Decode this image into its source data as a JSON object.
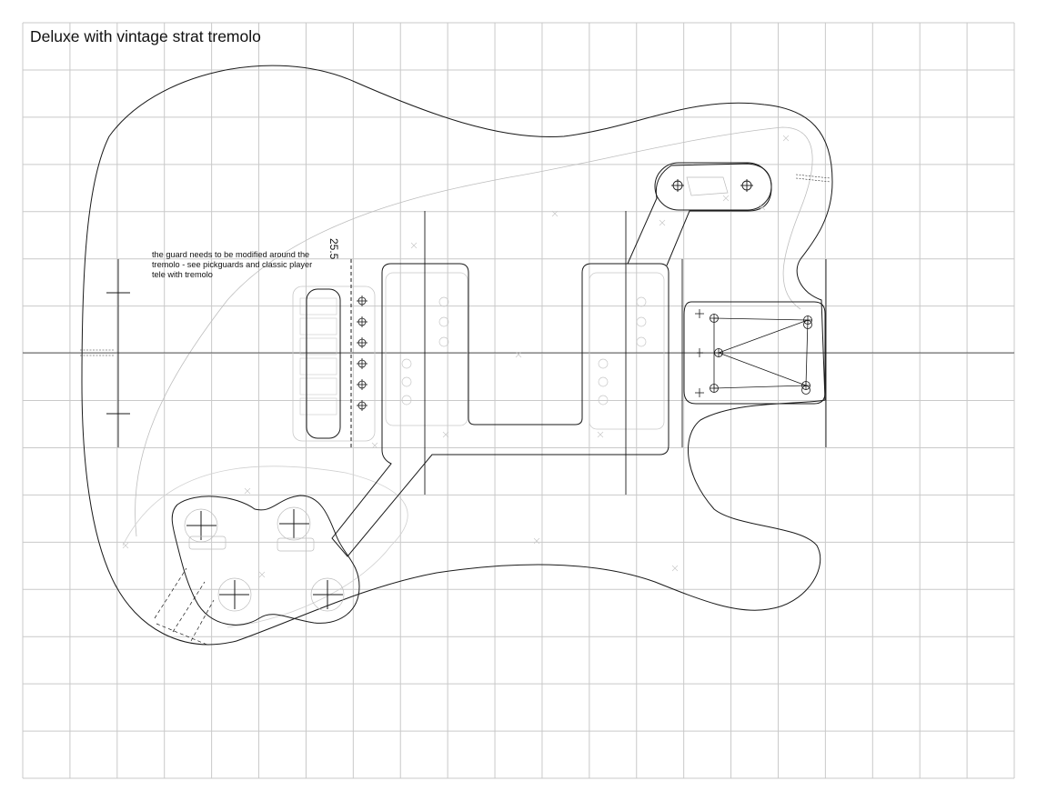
{
  "title": "Deluxe with vintage strat tremolo",
  "note_lines": [
    "the guard needs to be modified around the",
    "tremolo - see pickguards and classic player",
    "tele with tremolo"
  ],
  "scale_length": "25.5",
  "colors": {
    "grid": "#c9c9c9",
    "outline": "#1a1a1a",
    "guard": "#bdbdbd",
    "background": "#ffffff"
  },
  "icons": {
    "crosshair": "crosshair-icon",
    "screw": "screw-hole-icon"
  }
}
